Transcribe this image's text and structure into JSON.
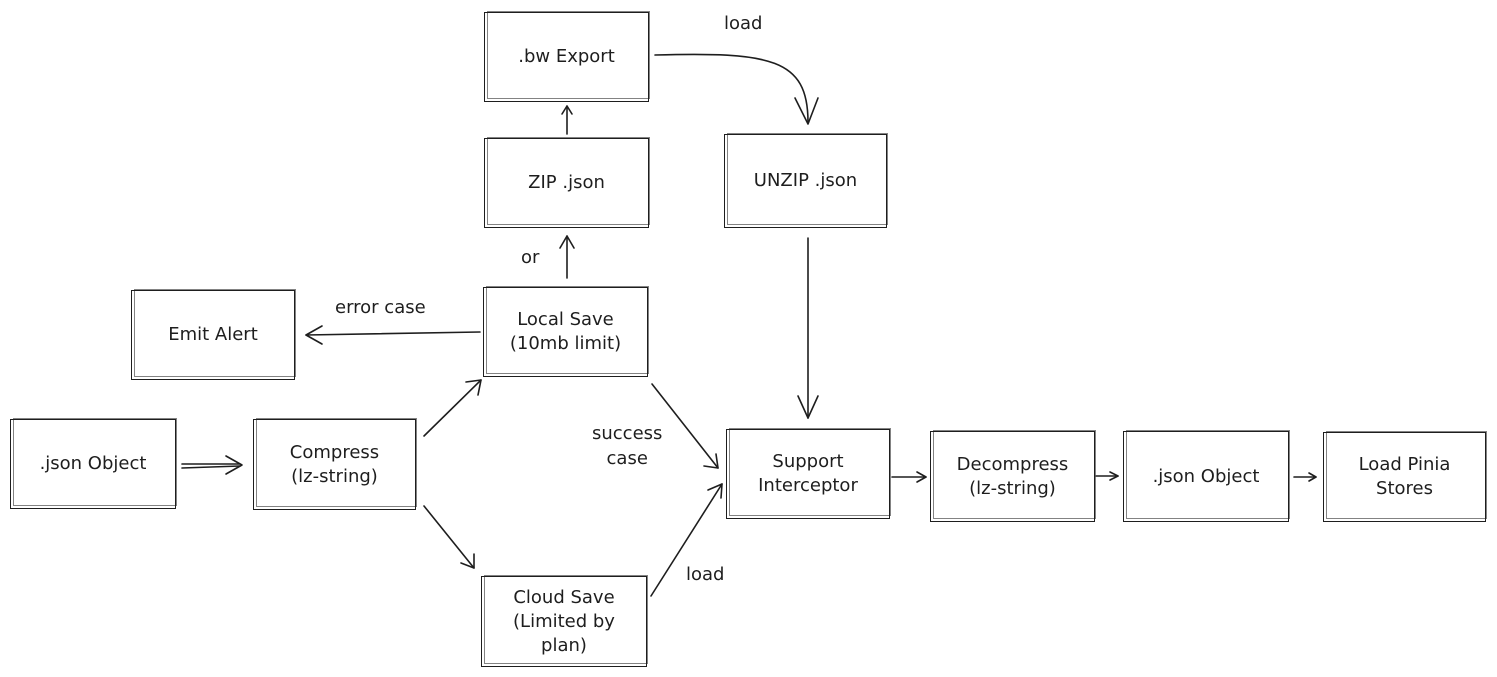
{
  "diagram": {
    "nodes": {
      "bw_export": ".bw Export",
      "zip_json": "ZIP .json",
      "unzip_json": "UNZIP .json",
      "emit_alert": "Emit Alert",
      "local_save": "Local Save\n(10mb limit)",
      "json_object_left": ".json Object",
      "compress": "Compress\n(lz-string)",
      "cloud_save": "Cloud Save\n(Limited by\nplan)",
      "support_interceptor": "Support\nInterceptor",
      "decompress": "Decompress\n(lz-string)",
      "json_object_right": ".json Object",
      "load_pinia": "Load Pinia\nStores"
    },
    "edge_labels": {
      "load_top": "load",
      "or": "or",
      "error_case": "error case",
      "success_case": "success\ncase",
      "load_bottom": "load"
    }
  }
}
